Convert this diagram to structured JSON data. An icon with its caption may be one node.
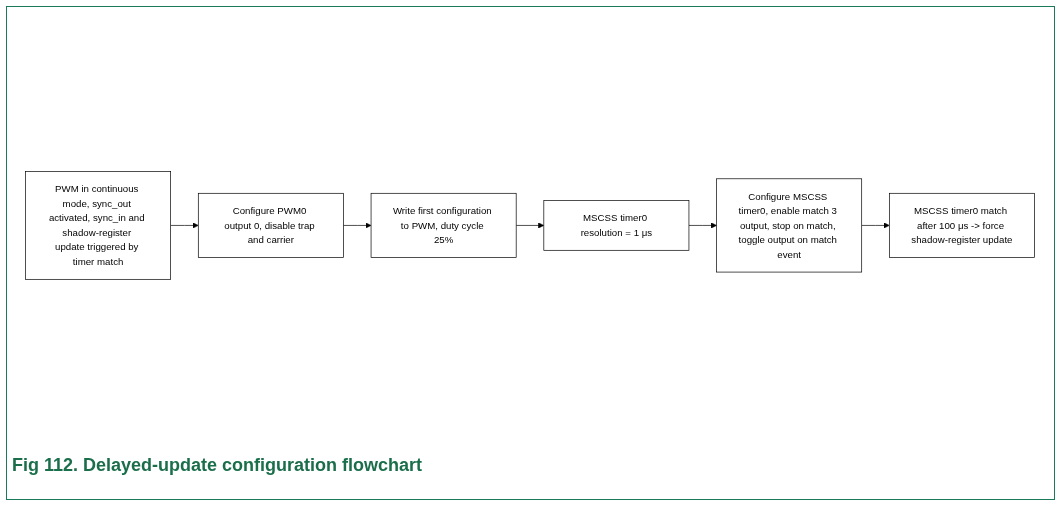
{
  "diagram": {
    "caption": "Fig 112. Delayed-update configuration flowchart",
    "nodes": [
      {
        "text": [
          "PWM in continuous mode, sync_out activated, sync_in and shadow-register update triggered by timer match"
        ]
      },
      {
        "text": [
          "Configure PWM0 output 0, disable trap and carrier"
        ]
      },
      {
        "text": [
          "Write first configuration to PWM, duty cycle 25%"
        ]
      },
      {
        "text": [
          "MSCSS timer0 resolution = 1 μs"
        ]
      },
      {
        "text": [
          "Configure MSCSS timer0, enable match 3 output, stop on match, toggle output on match event"
        ]
      },
      {
        "text": [
          "MSCSS timer0 match after 100 μs -> force shadow-register update"
        ]
      }
    ],
    "edges": [
      {
        "from": 0,
        "to": 1,
        "arrow": "to"
      },
      {
        "from": 1,
        "to": 2,
        "arrow": "to"
      },
      {
        "from": 2,
        "to": 3,
        "arrow": "to"
      },
      {
        "from": 3,
        "to": 4,
        "arrow": "to"
      },
      {
        "from": 4,
        "to": 5,
        "arrow": "to"
      }
    ]
  }
}
